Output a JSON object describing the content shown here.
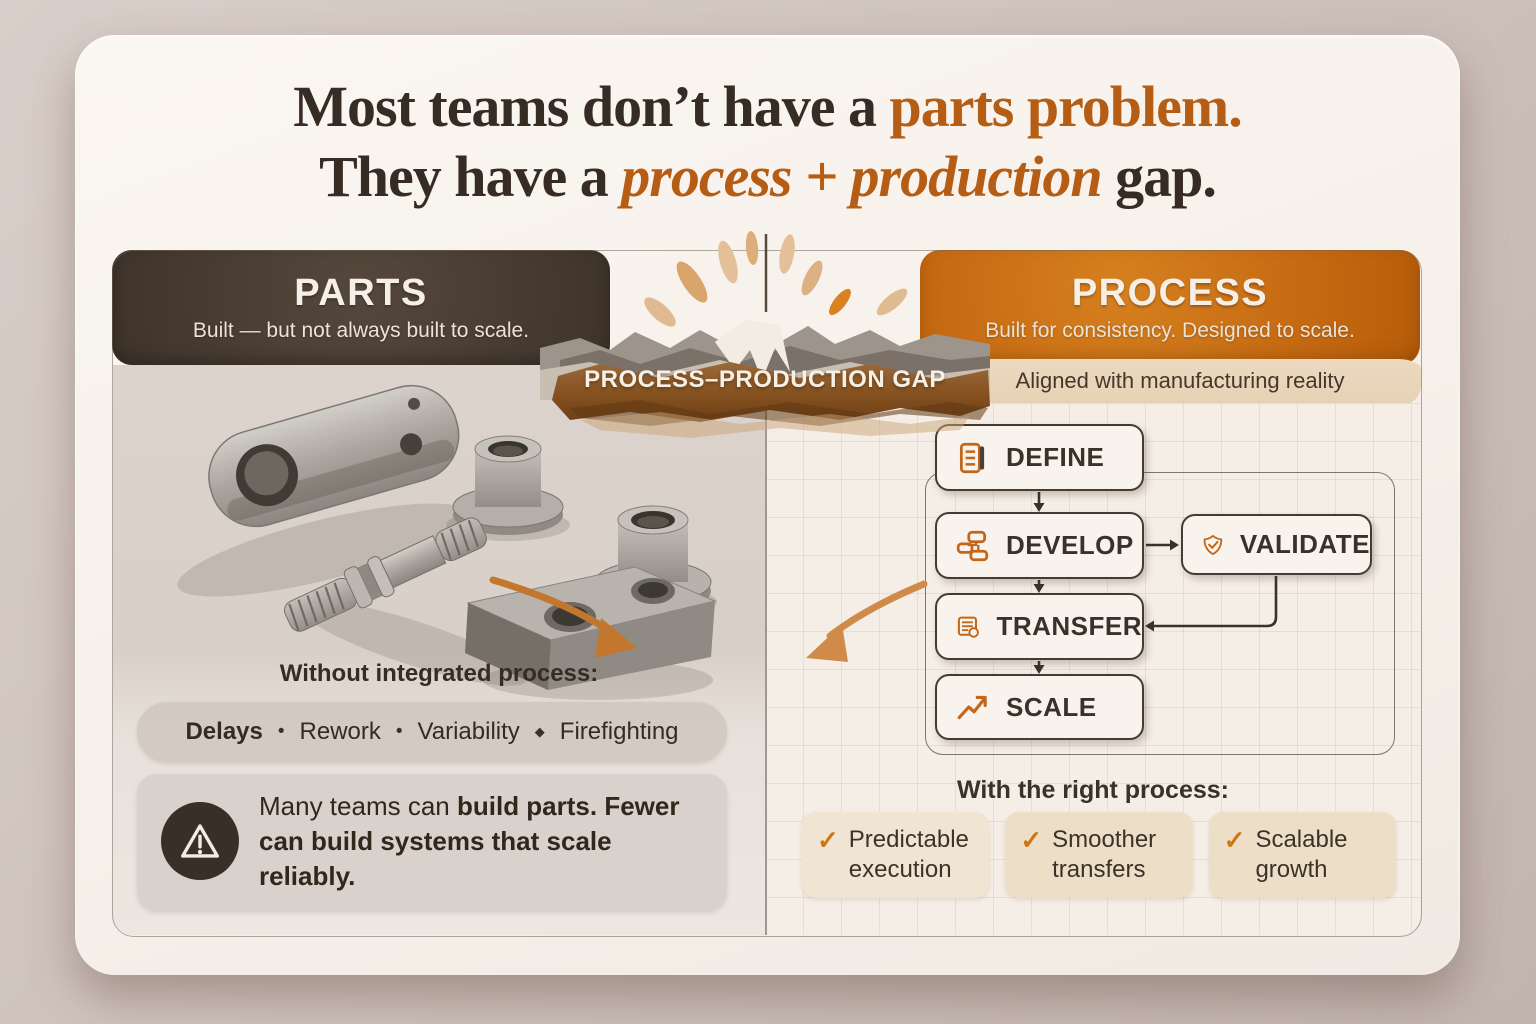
{
  "title": {
    "line1_dark": "Most teams don’t have a ",
    "line1_orange": "parts problem.",
    "line2_dark": "They have a ",
    "line2_orange_italic": "process + production",
    "line2_suffix": " gap."
  },
  "gap": {
    "banner": "PROCESS–PRODUCTION GAP"
  },
  "parts": {
    "header": "PARTS",
    "subheader": "Built — but not always built to scale.",
    "photo_alt": "machined-metal-parts-photo",
    "caption": "Without integrated process:",
    "issues": [
      "Delays",
      "Rework",
      "Variability",
      "Firefighting"
    ],
    "separators": [
      "•",
      "•",
      "◆"
    ],
    "warning_prefix": "Many teams can ",
    "warning_bold1": "build parts.",
    "warning_bold2": "Fewer can build systems that scale reliably."
  },
  "process": {
    "header": "PROCESS",
    "subheader": "Built for consistency. Designed to scale.",
    "tagline": "Aligned with manufacturing reality",
    "flow": [
      {
        "label": "DEFINE",
        "icon": "document-icon"
      },
      {
        "label": "DEVELOP",
        "icon": "blocks-icon"
      },
      {
        "label": "VALIDATE",
        "icon": "shield-check-icon"
      },
      {
        "label": "TRANSFER",
        "icon": "document-transfer-icon"
      },
      {
        "label": "SCALE",
        "icon": "trend-up-icon"
      }
    ],
    "benefits_heading": "With the right process:",
    "benefits": [
      {
        "check": "✓",
        "line1": "Predictable",
        "line2": "execution"
      },
      {
        "check": "✓",
        "line1": "Smoother",
        "line2": "transfers"
      },
      {
        "check": "✓",
        "line1": "Scalable",
        "line2": "growth"
      }
    ]
  },
  "colors": {
    "accent_orange": "#c2661a",
    "header_brown": "#463a30",
    "header_orange": "#c66a12",
    "band_brown": "#8a5a2e",
    "title_orange": "#b55d14"
  }
}
